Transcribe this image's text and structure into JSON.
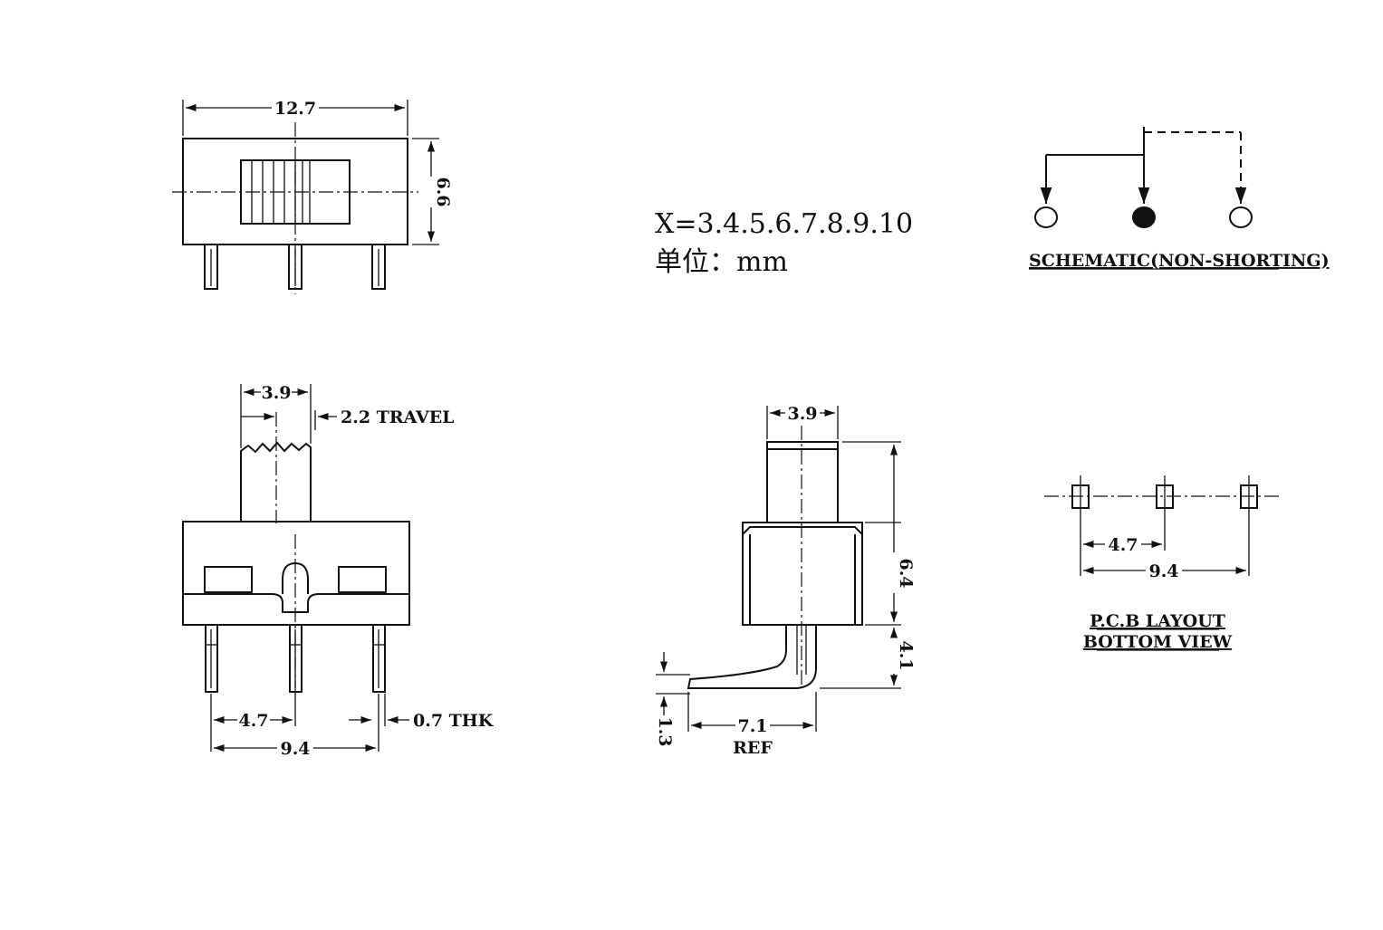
{
  "front_view": {
    "width_dim": "12.7",
    "height_dim": "6.6"
  },
  "notes": {
    "x_values": "X=3.4.5.6.7.8.9.10",
    "unit": "单位：mm"
  },
  "schematic": {
    "label": "SCHEMATIC(NON-SHORTING)"
  },
  "side_view": {
    "actuator_width": "3.9",
    "travel": "2.2 TRAVEL",
    "pitch": "4.7",
    "span": "9.4",
    "thickness": "0.7 THK"
  },
  "right_view": {
    "actuator_width": "3.9",
    "body_height": "6.4",
    "pin_height": "4.1",
    "offset": "1.3",
    "length": "7.1",
    "ref": "REF"
  },
  "pcb_layout": {
    "pitch": "4.7",
    "span": "9.4",
    "label_line1": "P.C.B LAYOUT",
    "label_line2": "BOTTOM VIEW"
  }
}
